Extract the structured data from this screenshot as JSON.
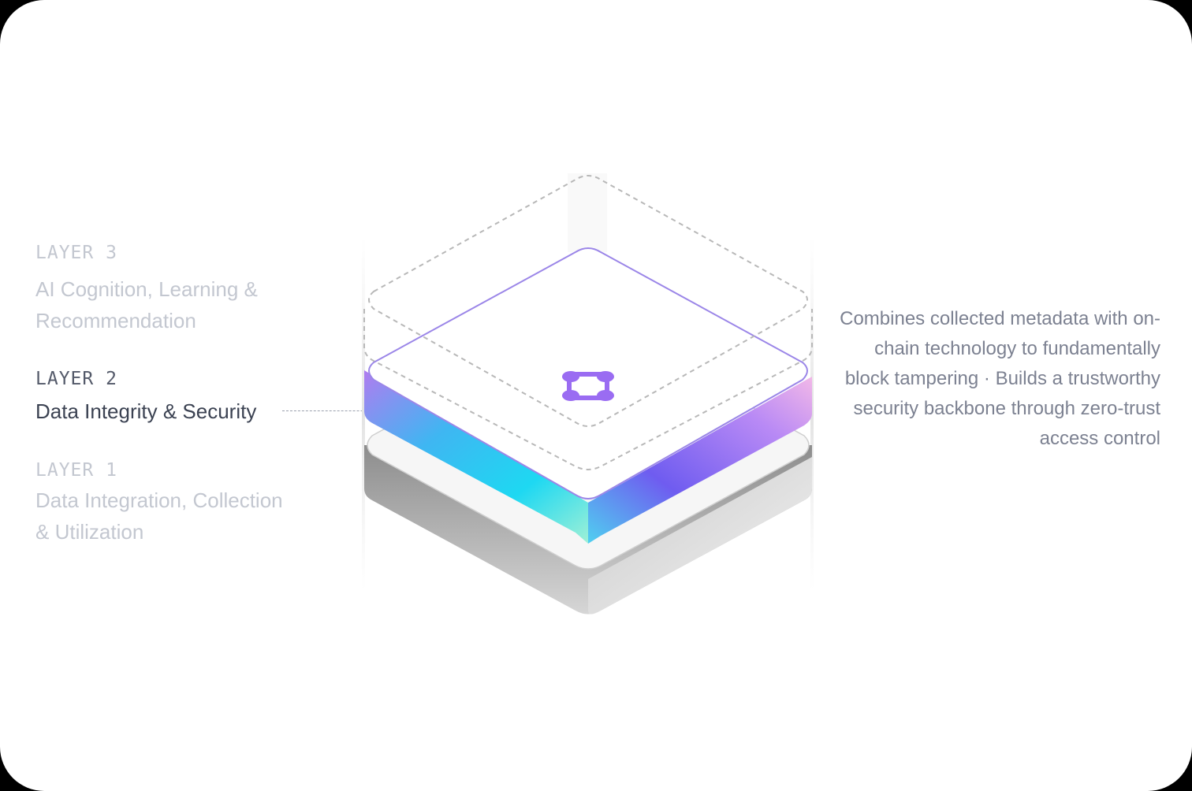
{
  "layers": [
    {
      "label": "LAYER 3",
      "title": "AI Cognition, Learning & Recommendation",
      "active": false
    },
    {
      "label": "LAYER 2",
      "title": "Data Integrity & Security",
      "active": true
    },
    {
      "label": "LAYER 1",
      "title": "Data Integration, Collection & Utilization",
      "active": false
    }
  ],
  "description": "Combines collected metadata with on-chain technology to fundamentally block tampering · Builds a trustworthy security backbone through zero-trust access control",
  "icon": "integrity-node-icon",
  "colors": {
    "accent": "#8b5cf6",
    "active_text": "#3b4252",
    "inactive_text": "#c3c7d0",
    "description_text": "#7c8191",
    "gradient_cyan": "#22d3ee",
    "gradient_violet": "#8b5cf6",
    "gradient_pink": "#e9a8f2"
  }
}
